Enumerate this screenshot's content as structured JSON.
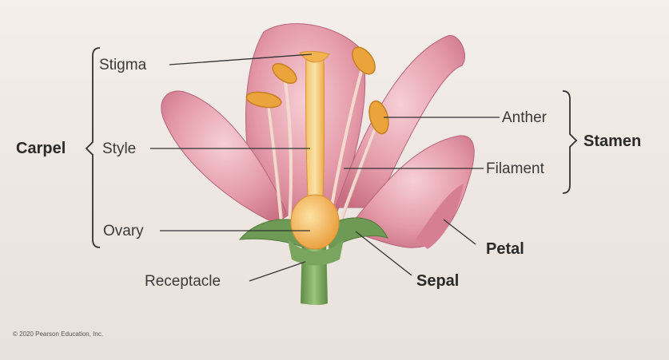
{
  "labels": {
    "carpel": "Carpel",
    "stigma": "Stigma",
    "style": "Style",
    "ovary": "Ovary",
    "receptacle": "Receptacle",
    "sepal": "Sepal",
    "petal": "Petal",
    "anther": "Anther",
    "filament": "Filament",
    "stamen": "Stamen"
  },
  "copyright": "© 2020 Pearson Education, Inc.",
  "colors": {
    "petal": "#e6a0ad",
    "petal_dark": "#c86f82",
    "pistil": "#f2b450",
    "anther": "#e7a33a",
    "sepal": "#6e9a55",
    "stem": "#7fae5e"
  }
}
